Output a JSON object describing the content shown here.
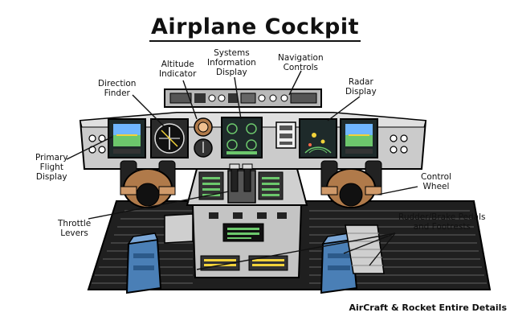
{
  "title": "Airplane Cockpit",
  "labels": {
    "direction_finder": "Direction\nFinder",
    "altitude_indicator": "Altitude\nIndicator",
    "systems_information_display": "Systems\nInformation\nDisplay",
    "navigation_controls": "Navigation\nControls",
    "radar_display": "Radar\nDisplay",
    "primary_flight_display": "Primary\nFlight\nDisplay",
    "control_wheel": "Control\nWheel",
    "throttle_levers": "Throttle\nLevers",
    "rudder_brake_pedals": "Rudder/Brake Pedals\nand Footrests"
  },
  "footer": "AirCraft & Rocket Entire Details",
  "colors": {
    "panel": "#c9c9c9",
    "panel_dark": "#8e8e8e",
    "screen": "#1e2a2a",
    "screen_green": "#6cc76c",
    "screen_blue": "#6fb6ff",
    "screen_yellow": "#f2d23a",
    "floor": "#2a2a2a",
    "wheel_tan": "#b07a4a",
    "pedal_blue": "#4a7fb6"
  }
}
